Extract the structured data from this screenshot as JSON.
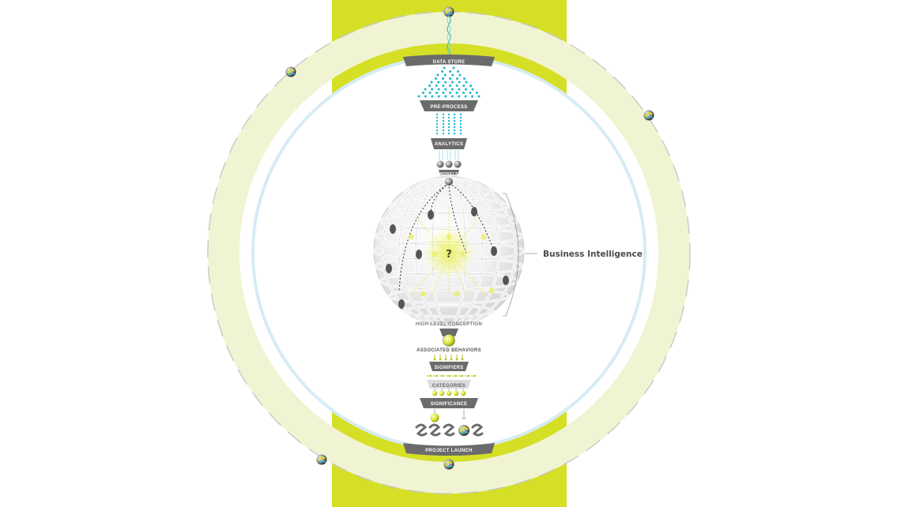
{
  "stages": {
    "data_store": "DATA STORE",
    "pre_process": "PRE-PROCESS",
    "analytics": "ANALYTICS",
    "models": "MODELS",
    "high_level_conception": "HIGH-LEVEL CONCEPTION",
    "associated_behaviors": "ASSOCIATED BEHAVIORS",
    "signifiers": "SIGNIFIERS",
    "categories": "CATEGORIES",
    "significance": "SIGNIFICANCE",
    "project_launch": "PROJECT LAUNCH"
  },
  "globe": {
    "question_mark": "?",
    "callout_label": "Business Intelligence"
  },
  "colors": {
    "band_lime": "#d5df26",
    "band_pale": "#f1f4d2",
    "ring_blue": "#d6ecf4",
    "label_gray": "#6b6b6b",
    "dot_cyan": "#20b8cc",
    "accent_yellow": "#dfe83a"
  },
  "icons": [
    "orbit-node-icon",
    "ball-icon",
    "swirl-icon",
    "question-icon"
  ]
}
